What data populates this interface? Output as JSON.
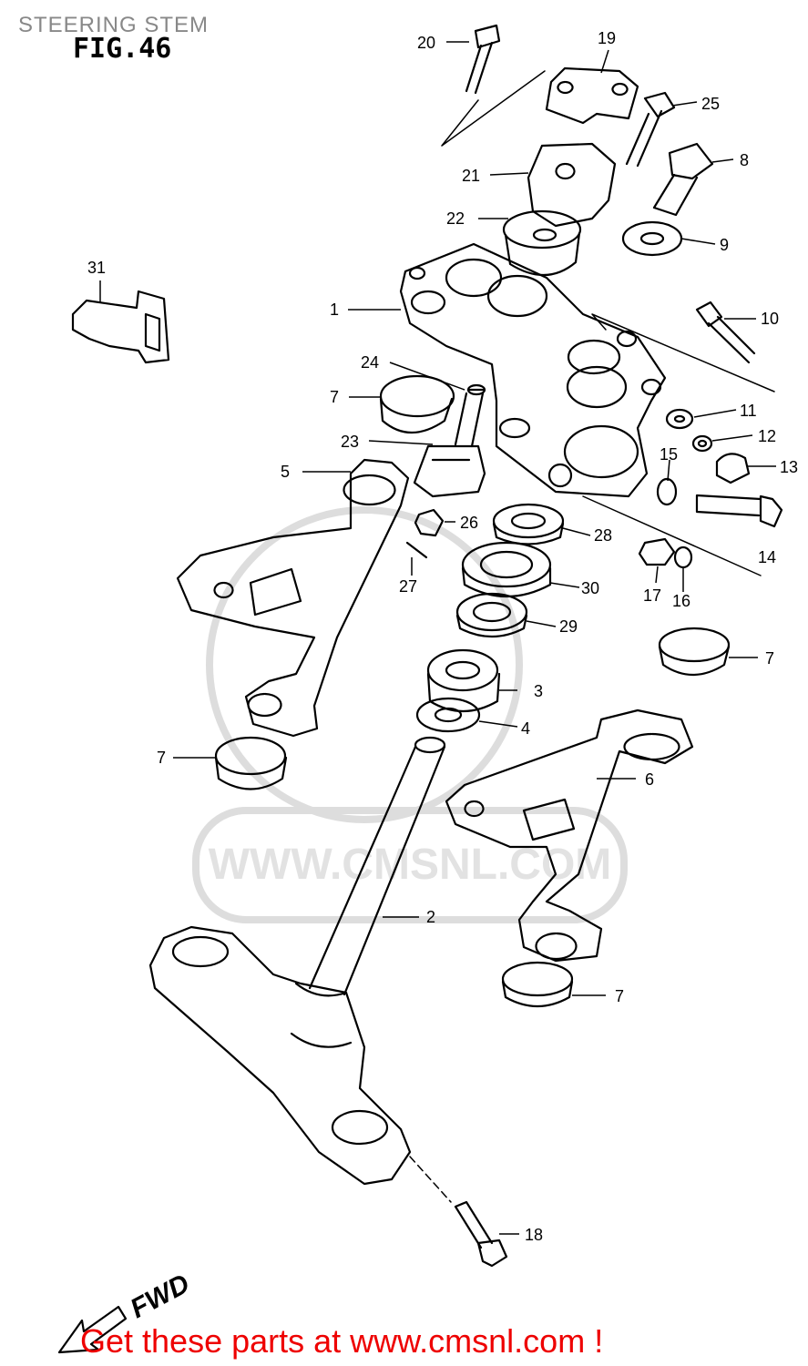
{
  "header": {
    "title": "STEERING STEM",
    "figure": "FIG.46"
  },
  "watermark": {
    "text": "WWW.CMSNL.COM"
  },
  "direction_label": "FWD",
  "footer": {
    "text": "Get these parts at www.cmsnl.com !"
  },
  "callouts": [
    "1",
    "2",
    "3",
    "4",
    "5",
    "6",
    "7",
    "8",
    "9",
    "10",
    "11",
    "12",
    "13",
    "14",
    "15",
    "16",
    "17",
    "18",
    "19",
    "20",
    "21",
    "22",
    "23",
    "24",
    "25",
    "26",
    "27",
    "28",
    "29",
    "30",
    "31"
  ],
  "colors": {
    "line": "#000000",
    "footer": "#ee0000",
    "header": "#888888",
    "watermark": "#d9d9d9"
  }
}
